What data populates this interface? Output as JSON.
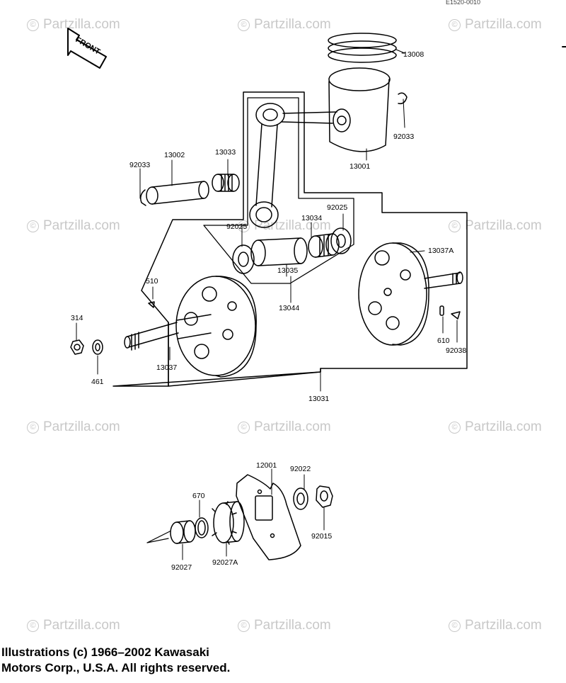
{
  "header": {
    "ref_code": "E1520-0010"
  },
  "front_label": "FRONT",
  "watermark": "Partzilla.com",
  "parts": [
    "13008",
    "92033",
    "13001",
    "13002",
    "13033",
    "92033",
    "92025",
    "13034",
    "92025",
    "13037A",
    "13035",
    "13044",
    "510",
    "314",
    "461",
    "13037",
    "610",
    "92038",
    "13031",
    "12001",
    "92022",
    "670",
    "92015",
    "92027",
    "92027A"
  ],
  "footer": {
    "line1": "Illustrations (c) 1966–2002 Kawasaki",
    "line2": "Motors Corp., U.S.A.  All rights reserved."
  }
}
